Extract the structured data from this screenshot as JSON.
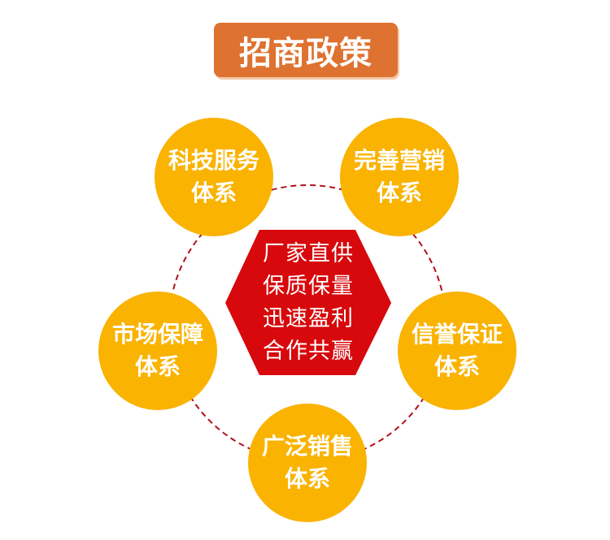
{
  "title": "招商政策",
  "colors": {
    "title_bg": "#DE7230",
    "node_bg": "#F9B300",
    "center_bg": "#D7090C",
    "ring": "#B0101A",
    "text": "#FFFFFF"
  },
  "center": {
    "shape": "hexagon",
    "lines": [
      "厂家直供",
      "保质保量",
      "迅速盈利",
      "合作共赢"
    ]
  },
  "nodes": [
    {
      "line1": "科技服务",
      "line2": "体系",
      "position": "top-left"
    },
    {
      "line1": "完善营销",
      "line2": "体系",
      "position": "top-right"
    },
    {
      "line1": "市场保障",
      "line2": "体系",
      "position": "middle-left"
    },
    {
      "line1": "信誉保证",
      "line2": "体系",
      "position": "middle-right"
    },
    {
      "line1": "广泛销售",
      "line2": "体系",
      "position": "bottom"
    }
  ]
}
